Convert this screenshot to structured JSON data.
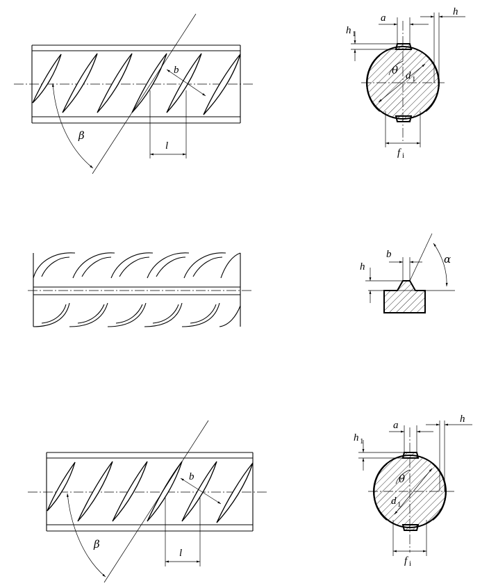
{
  "figure_top": {
    "labels": {
      "b": "b",
      "beta": "β",
      "l": "l"
    }
  },
  "section_top": {
    "labels": {
      "a": "a",
      "h": "h",
      "h1_main": "h",
      "h1_sub": "1",
      "theta": "θ",
      "d1_main": "d",
      "d1_sub": "1",
      "fi_main": "f",
      "fi_sub": "i"
    }
  },
  "figure_middle": {
    "labels": {}
  },
  "section_middle": {
    "labels": {
      "b": "b",
      "h": "h",
      "alpha": "α"
    }
  },
  "figure_bottom": {
    "labels": {
      "b": "b",
      "beta": "β",
      "l": "l"
    }
  },
  "section_bottom": {
    "labels": {
      "a": "a",
      "h": "h",
      "h1_main": "h",
      "h1_sub": "1",
      "theta": "θ",
      "d1_main": "d",
      "d1_sub": "1",
      "fi_main": "f",
      "fi_sub": "i"
    }
  }
}
